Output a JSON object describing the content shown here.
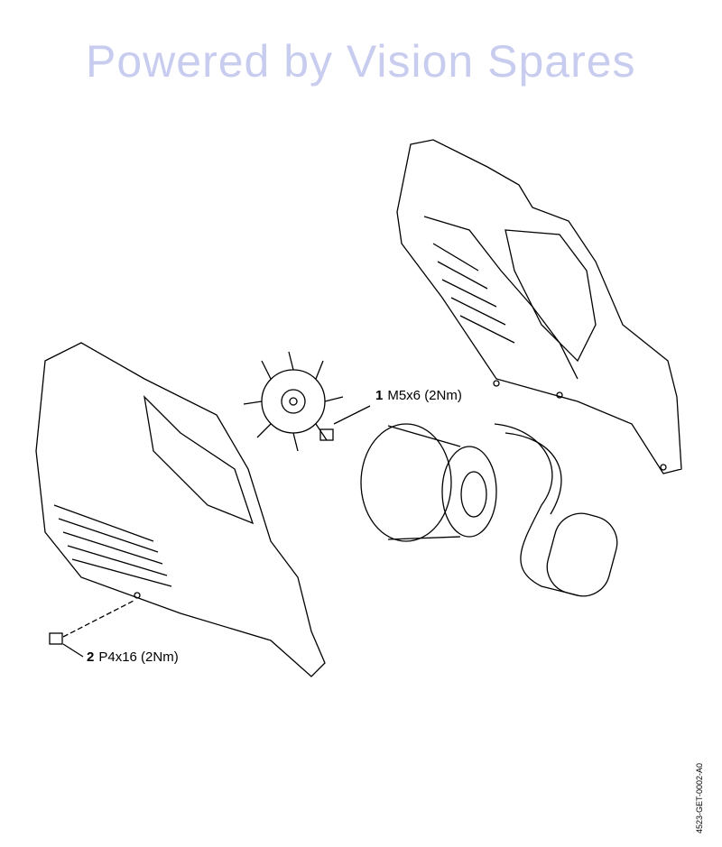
{
  "watermark": "Powered by Vision Spares",
  "parts": [
    {
      "number": "1",
      "spec": "M5x6 (2Nm)"
    },
    {
      "number": "2",
      "spec": "P4x16 (2Nm)"
    }
  ],
  "drawing_code": "4523-GET-0002-A0"
}
